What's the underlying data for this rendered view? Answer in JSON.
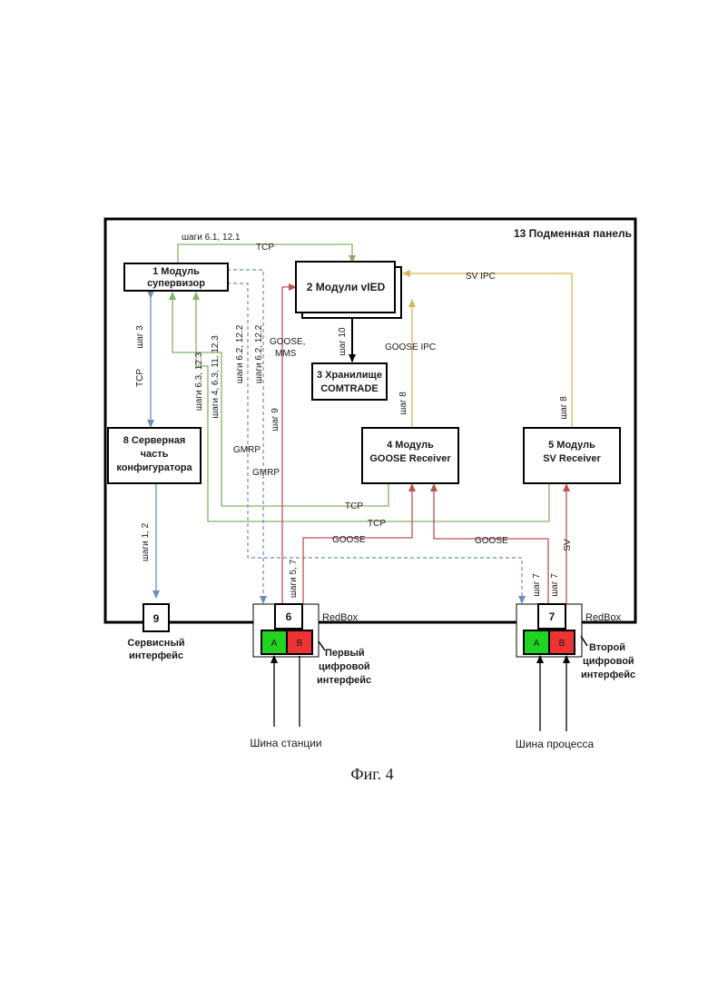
{
  "panel": {
    "title": "13 Подменная панель"
  },
  "boxes": {
    "supervisor": {
      "line1": "1 Модуль",
      "line2": "супервизор"
    },
    "vied": {
      "label": "2 Модули vIED"
    },
    "storage": {
      "line1": "3 Хранилище",
      "line2": "COMTRADE"
    },
    "goose_receiver": {
      "line1": "4 Модуль",
      "line2": "GOOSE Receiver"
    },
    "sv_receiver": {
      "line1": "5 Модуль",
      "line2": "SV Receiver"
    },
    "configurator": {
      "line1": "8 Серверная",
      "line2": "часть",
      "line3": "конфигуратора"
    },
    "service_port": {
      "label": "9"
    },
    "redbox6": {
      "num": "6",
      "a": "A",
      "b": "B",
      "tag": "RedBox"
    },
    "redbox7": {
      "num": "7",
      "a": "A",
      "b": "B",
      "tag": "RedBox"
    }
  },
  "labels": {
    "steps_6_1": "шаги 6.1, 12.1",
    "tcp_top": "TCP",
    "sv_ipc": "SV IPC",
    "goose_ipc": "GOOSE IPC",
    "goose_mms_1": "GOOSE,",
    "goose_mms_2": "MMS",
    "step_10": "шаг 10",
    "step_3": "шаг 3",
    "tcp_left": "TCP",
    "steps_6_3": "шаги 6.3, 12.3",
    "steps_4": "шаги 4, 6.3, 11, 12.3",
    "steps_6_2a": "шаги 6.2, 12.2",
    "steps_6_2b": "шаги 6.2, 12.2",
    "step_9": "шаг 9",
    "gmrp_1": "GMRP",
    "gmrp_2": "GMRP",
    "step_8a": "шаг 8",
    "step_8b": "шаг 8",
    "tcp_mid": "TCP",
    "tcp_low": "TCP",
    "goose_left": "GOOSE",
    "goose_right": "GOOSE",
    "sv": "SV",
    "steps_1_2": "шаги 1, 2",
    "steps_5_7": "шаги 5, 7",
    "step_7a": "шаг 7",
    "step_7b": "шаг 7"
  },
  "outside": {
    "service_1": "Сервисный",
    "service_2": "интерфейс",
    "first_1": "Первый",
    "first_2": "цифровой",
    "first_3": "интерфейс",
    "second_1": "Второй",
    "second_2": "цифровой",
    "second_3": "интерфейс",
    "bus_station": "Шина станции",
    "bus_process": "Шина процесса",
    "figure": "Фиг. 4"
  },
  "colors": {
    "green": "#82b366",
    "blue": "#6c8ebf",
    "yellow": "#d6b656",
    "red": "#b85450",
    "port_a": "#22d422",
    "port_b": "#ee3333"
  }
}
